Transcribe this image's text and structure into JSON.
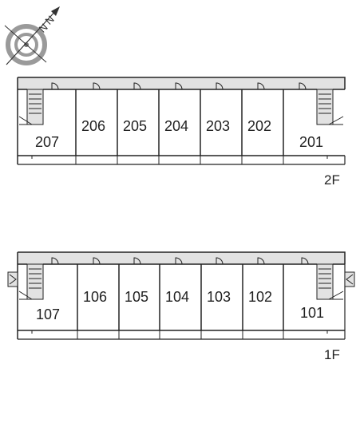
{
  "compass": {
    "north_label": "N"
  },
  "floors": [
    {
      "label": "2F",
      "rooms": [
        "207",
        "206",
        "205",
        "204",
        "203",
        "202",
        "201"
      ]
    },
    {
      "label": "1F",
      "rooms": [
        "107",
        "106",
        "105",
        "104",
        "103",
        "102",
        "101"
      ]
    }
  ],
  "colors": {
    "corridor": "#e2e2e2",
    "wall": "#222222",
    "compass": "#9a9a9a"
  }
}
